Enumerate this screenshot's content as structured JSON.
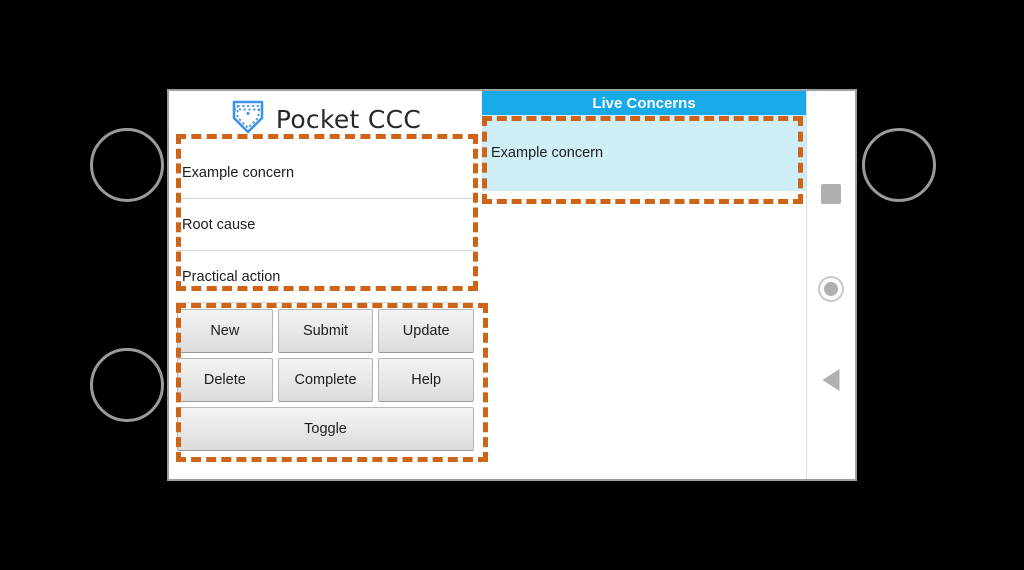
{
  "app": {
    "brand_title": "Pocket CCC",
    "logo_icon": "pocket-logo-icon"
  },
  "form": {
    "fields": [
      {
        "name": "concern",
        "value": "Example concern"
      },
      {
        "name": "root-cause",
        "value": "Root cause"
      },
      {
        "name": "practical-action",
        "value": "Practical action"
      }
    ]
  },
  "buttons": {
    "row1": [
      {
        "name": "new",
        "label": "New"
      },
      {
        "name": "submit",
        "label": "Submit"
      },
      {
        "name": "update",
        "label": "Update"
      }
    ],
    "row2": [
      {
        "name": "delete",
        "label": "Delete"
      },
      {
        "name": "complete",
        "label": "Complete"
      },
      {
        "name": "help",
        "label": "Help"
      }
    ],
    "row3": [
      {
        "name": "toggle",
        "label": "Toggle"
      }
    ]
  },
  "live_concerns": {
    "header": "Live Concerns",
    "items": [
      {
        "label": "Example concern"
      }
    ]
  },
  "nav_bar": {
    "recents_icon": "square-recents-icon",
    "home_icon": "circle-home-icon",
    "back_icon": "triangle-back-icon"
  },
  "colors": {
    "accent_blue": "#17a9e8",
    "list_item_blue": "#cfeef7",
    "annotation_orange": "#cf6316",
    "logo_blue": "#3d94e8",
    "backdrop": "#000000"
  }
}
